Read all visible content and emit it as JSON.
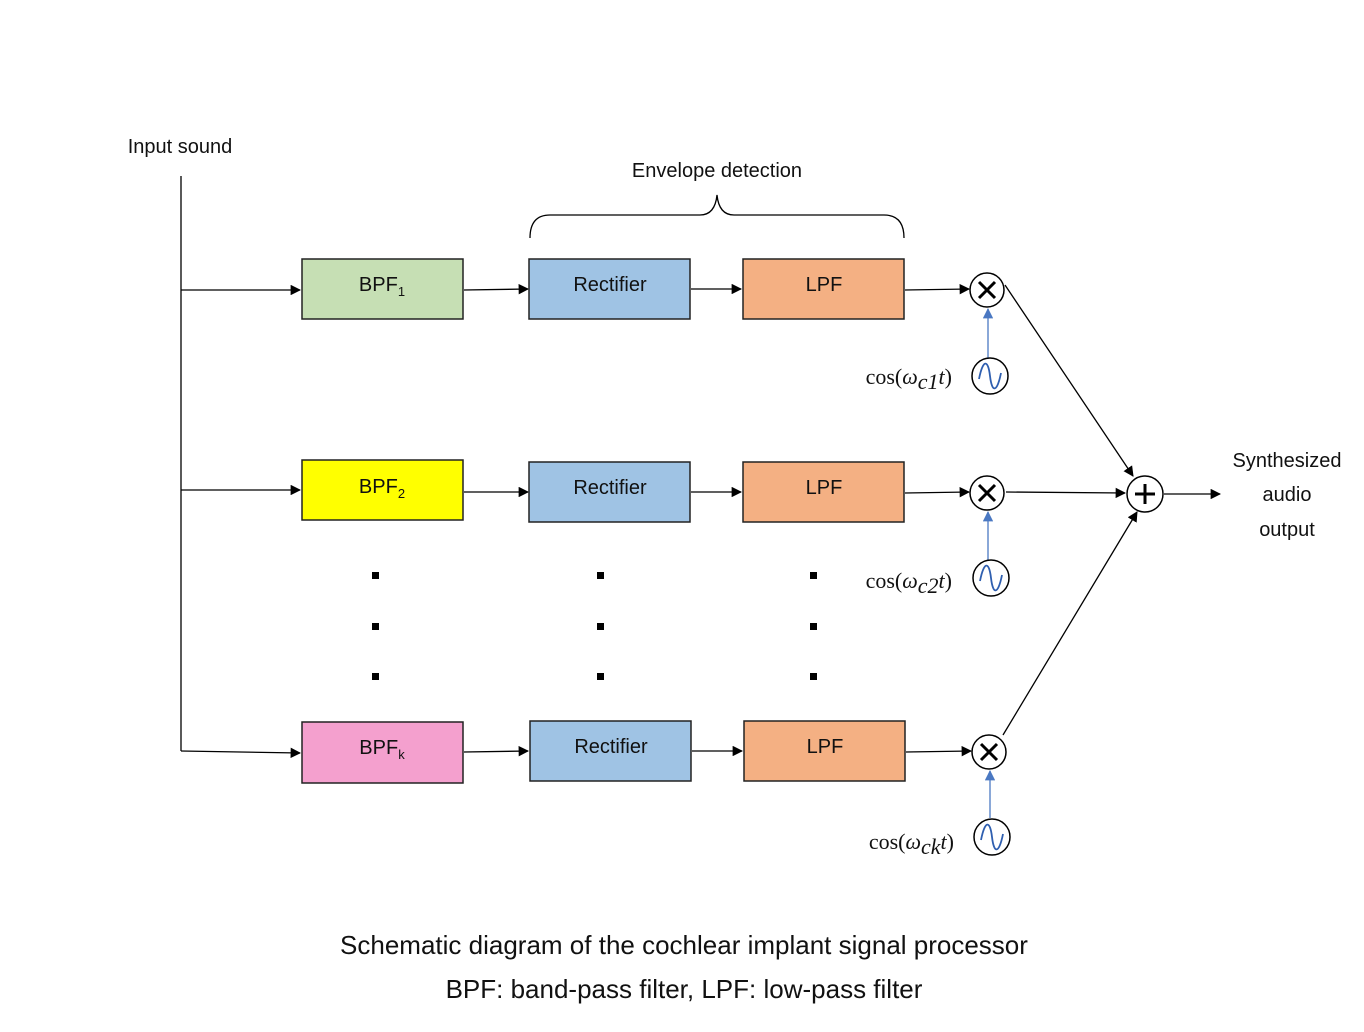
{
  "labels": {
    "input": "Input sound",
    "envelope": "Envelope detection",
    "output": [
      "Synthesized",
      "audio",
      "output"
    ]
  },
  "channels": [
    {
      "bpf": {
        "base": "BPF",
        "sub": "1",
        "color": "#c6dfb4"
      },
      "rectifier": "Rectifier",
      "lpf": "LPF",
      "carrier": {
        "prefix": "cos(",
        "omega": "ω",
        "sub": "c1",
        "t": "t",
        "suffix": ")"
      }
    },
    {
      "bpf": {
        "base": "BPF",
        "sub": "2",
        "color": "#ffff00"
      },
      "rectifier": "Rectifier",
      "lpf": "LPF",
      "carrier": {
        "prefix": "cos(",
        "omega": "ω",
        "sub": "c2",
        "t": "t",
        "suffix": ")"
      }
    },
    {
      "bpf": {
        "base": "BPF",
        "sub": "k",
        "color": "#f4a0ce"
      },
      "rectifier": "Rectifier",
      "lpf": "LPF",
      "carrier": {
        "prefix": "cos(",
        "omega": "ω",
        "sub": "ck",
        "t": "t",
        "suffix": ")"
      }
    }
  ],
  "colors": {
    "rectifier": "#9fc3e4",
    "lpf": "#f4b083",
    "carrier_wire": "#4a78c2",
    "sine": "#2f5fb0"
  },
  "caption": {
    "line1": "Schematic diagram of the cochlear implant signal processor",
    "line2": "BPF: band-pass filter, LPF: low-pass filter"
  }
}
